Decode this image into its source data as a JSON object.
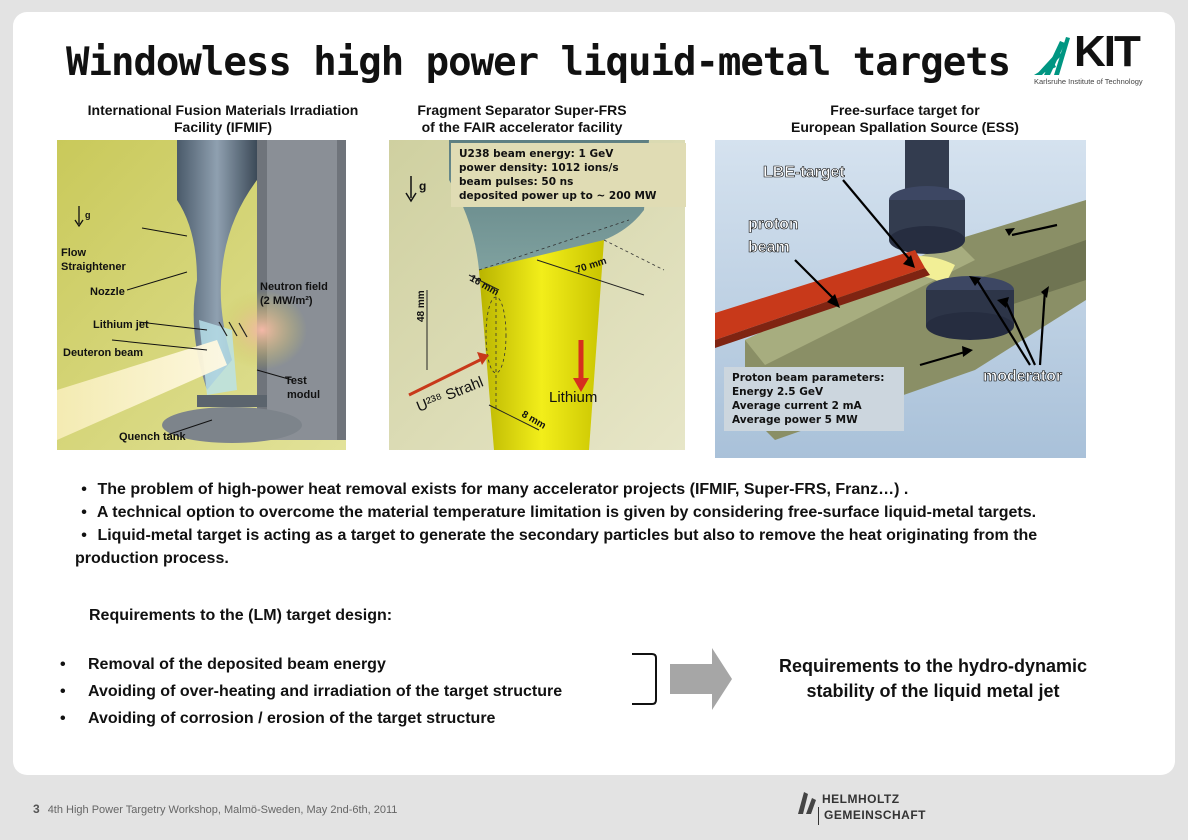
{
  "title": "Windowless high power liquid-metal targets",
  "logo": {
    "text": "KIT",
    "subtitle": "Karlsruhe Institute of Technology"
  },
  "panels": [
    {
      "caption_line1": "International Fusion Materials Irradiation",
      "caption_line2": "Facility (IFMIF)",
      "labels": {
        "g": "g",
        "flow1": "Flow",
        "flow2": "Straightener",
        "nozzle": "Nozzle",
        "neutron1": "Neutron field",
        "neutron2": "(2 MW/m²)",
        "lithium": "Lithium jet",
        "deuteron": "Deuteron beam",
        "test1": "Test",
        "test2": "modul",
        "quench": "Quench tank"
      }
    },
    {
      "caption_line1": "Fragment Separator Super-FRS",
      "caption_line2": "of the FAIR accelerator facility",
      "info": [
        "U238 beam energy:  1 GeV",
        "power density:  1012 ions/s",
        "beam pulses:   50 ns",
        "deposited power   up to ~ 200 MW"
      ],
      "labels": {
        "g": "g",
        "d70": "70 mm",
        "d16": "16 mm",
        "d48": "48 mm",
        "d8": "8 mm",
        "strahl": "U²³⁸ Strahl",
        "lithium": "Lithium"
      }
    },
    {
      "caption_line1": "Free-surface target for",
      "caption_line2": "European Spallation Source (ESS)",
      "labels": {
        "lbe": "LBE-target",
        "proton1": "proton",
        "proton2": "beam",
        "moderator": "moderator"
      },
      "info": [
        "Proton beam parameters:",
        "Energy  2.5 GeV",
        "Average  current  2 mA",
        "Average  power  5 MW"
      ]
    }
  ],
  "bullets": [
    "The problem of high-power heat removal exists for many accelerator projects (IFMIF, Super-FRS, Franz…) .",
    "A technical option to overcome the material temperature limitation is given by considering free-surface liquid-metal targets.",
    "Liquid-metal target is acting as a target to generate the secondary particles but also to remove the heat originating from the production process."
  ],
  "bullet_symbol": "•",
  "requirements": {
    "heading": "Requirements to the (LM) target design:",
    "items": [
      "Removal of  the deposited beam energy",
      "Avoiding of over-heating and irradiation of the target structure",
      "Avoiding of corrosion / erosion of the target structure"
    ],
    "conclusion_line1": "Requirements to the hydro-dynamic",
    "conclusion_line2": "stability of the liquid metal jet"
  },
  "footer": {
    "page": "3",
    "text": "4th High Power Targetry Workshop, Malmö-Sweden, May 2nd-6th, 2011"
  },
  "helmholtz": {
    "line1": "HELMHOLTZ",
    "line2": "GEMEINSCHAFT"
  },
  "colors": {
    "kit_green": "#009682",
    "beam_red": "#c8391a",
    "lithium_yellow": "#e6e000",
    "arrow_gray": "#a6a6a6"
  }
}
